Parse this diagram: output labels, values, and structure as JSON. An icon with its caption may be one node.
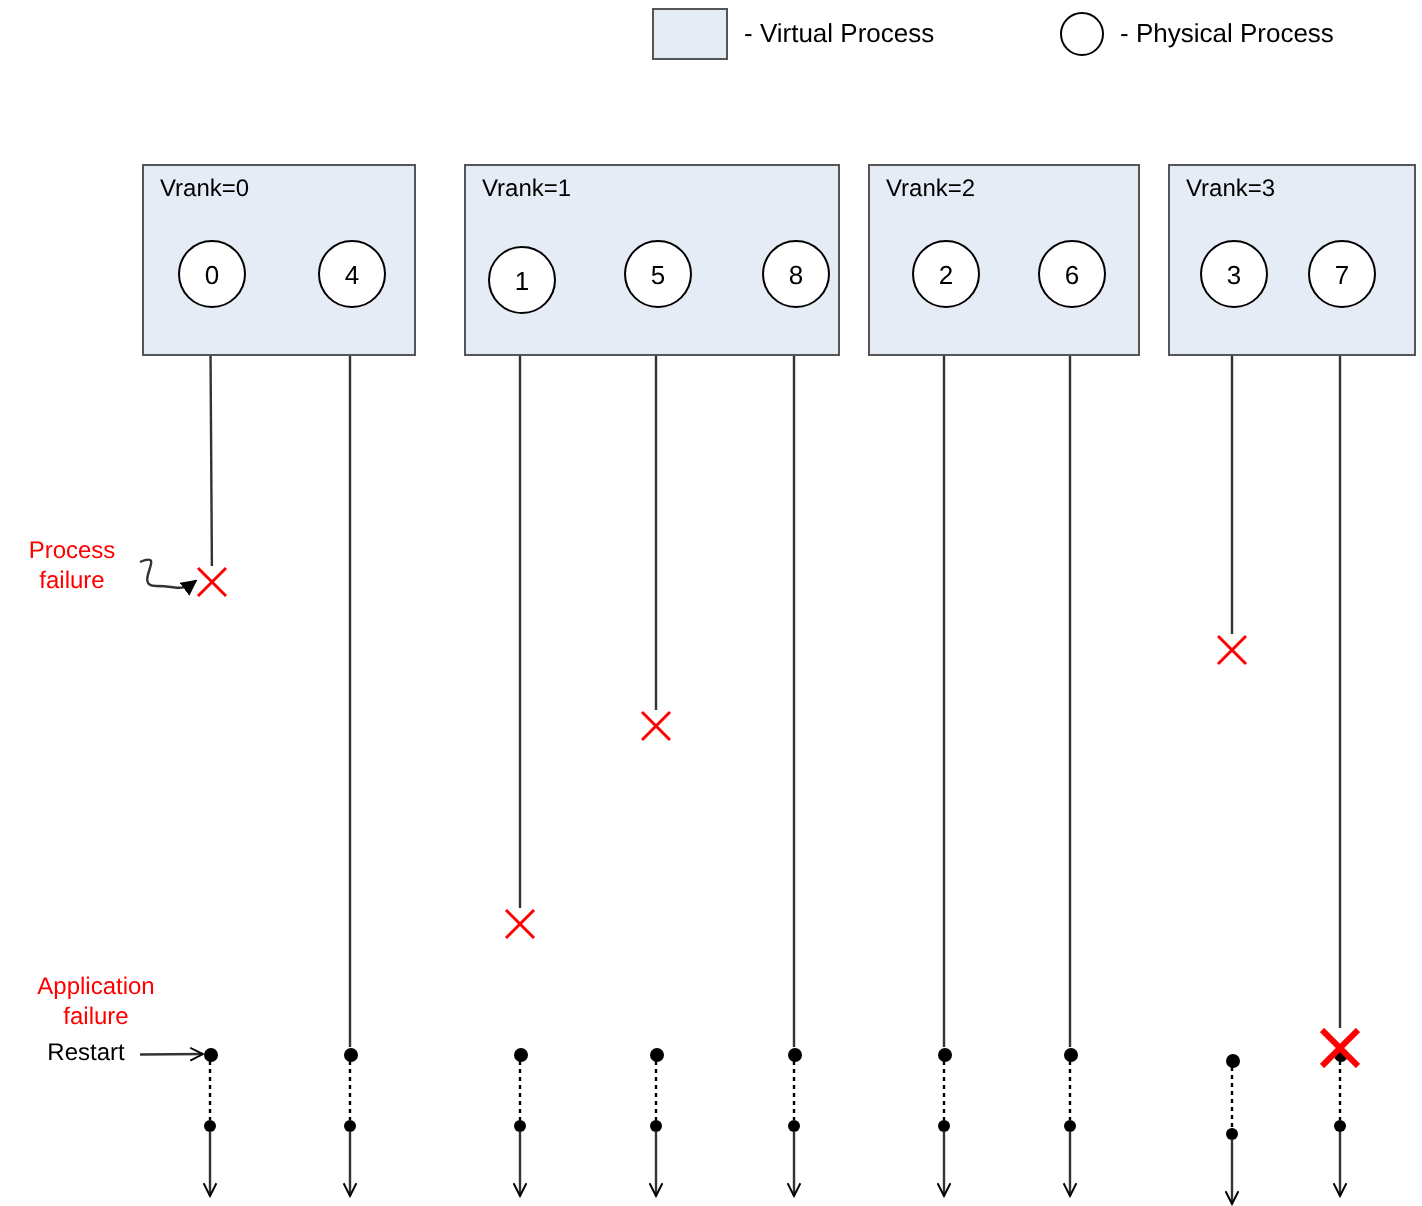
{
  "diagram": {
    "nodes": [
      {
        "text": [
          "Vrank=0"
        ]
      },
      {
        "text": [
          "0"
        ],
        "in": 0
      },
      {
        "text": [
          "4"
        ],
        "in": 0
      },
      {
        "text": [
          "Vrank=1"
        ]
      },
      {
        "text": [
          "1"
        ],
        "in": 3
      },
      {
        "text": [
          "5"
        ],
        "in": 3
      },
      {
        "text": [
          "8"
        ],
        "in": 3
      },
      {
        "text": [
          "Vrank=2"
        ]
      },
      {
        "text": [
          "2"
        ],
        "in": 7
      },
      {
        "text": [
          "6"
        ],
        "in": 7
      },
      {
        "text": [
          "Vrank=3"
        ]
      },
      {
        "text": [
          "3"
        ],
        "in": 10
      },
      {
        "text": [
          "7"
        ],
        "in": 10
      },
      {
        "text": [
          "Process failure"
        ]
      },
      {
        "text": [],
        "shape": "cross"
      },
      {
        "text": [],
        "shape": "cross"
      },
      {
        "text": [],
        "shape": "cross"
      },
      {
        "text": [],
        "shape": "cross"
      },
      {
        "text": [
          "Restart"
        ]
      },
      {
        "text": [],
        "shape": "dot"
      },
      {
        "text": [],
        "shape": "dot"
      },
      {
        "text": [],
        "shape": "dot"
      },
      {
        "text": [],
        "shape": "dot"
      },
      {
        "text": [],
        "shape": "dot"
      },
      {
        "text": [],
        "shape": "dot"
      },
      {
        "text": [],
        "shape": "dot"
      },
      {
        "text": [],
        "shape": "dot"
      },
      {
        "text": [],
        "shape": "dot",
        "in": 28
      },
      {
        "text": [],
        "shape": "cross"
      },
      {
        "text": [],
        "shape": "dot"
      },
      {
        "text": [],
        "shape": "dot"
      },
      {
        "text": [],
        "shape": "dot"
      },
      {
        "text": [],
        "shape": "dot"
      },
      {
        "text": [],
        "shape": "dot"
      },
      {
        "text": [],
        "shape": "dot"
      },
      {
        "text": [],
        "shape": "dot"
      },
      {
        "text": [],
        "shape": "dot"
      },
      {
        "text": [],
        "shape": "dot"
      }
    ],
    "edges": [
      {
        "from": 1,
        "to": 14,
        "arrow": "none"
      },
      {
        "from": 2,
        "to": 20,
        "arrow": "none"
      },
      {
        "from": 4,
        "to": 17,
        "arrow": "none"
      },
      {
        "from": 5,
        "to": 16,
        "arrow": "none"
      },
      {
        "from": 6,
        "to": 23,
        "arrow": "none"
      },
      {
        "from": 8,
        "to": 24,
        "arrow": "none"
      },
      {
        "from": 9,
        "to": 25,
        "arrow": "none"
      },
      {
        "from": 11,
        "to": 15,
        "arrow": "none"
      },
      {
        "from": 12,
        "to": 28,
        "arrow": "none"
      },
      {
        "from": 13,
        "to": 14,
        "arrow": "to"
      },
      {
        "from": 18,
        "to": 19,
        "arrow": "to"
      },
      {
        "from": 19,
        "to": 29,
        "arrow": "none",
        "style": "dashed"
      },
      {
        "from": 20,
        "to": 30,
        "arrow": "none",
        "style": "dashed"
      },
      {
        "from": 21,
        "to": 31,
        "arrow": "none",
        "style": "dashed"
      },
      {
        "from": 22,
        "to": 32,
        "arrow": "none",
        "style": "dashed"
      },
      {
        "from": 23,
        "to": 33,
        "arrow": "none",
        "style": "dashed"
      },
      {
        "from": 24,
        "to": 34,
        "arrow": "none",
        "style": "dashed"
      },
      {
        "from": 25,
        "to": 35,
        "arrow": "none",
        "style": "dashed"
      },
      {
        "from": 26,
        "to": 36,
        "arrow": "none",
        "style": "dashed"
      },
      {
        "from": 27,
        "to": 37,
        "arrow": "none",
        "style": "dashed"
      },
      {
        "from": 29,
        "to": null,
        "arrow": "to"
      },
      {
        "from": 30,
        "to": null,
        "arrow": "to"
      },
      {
        "from": 31,
        "to": null,
        "arrow": "to"
      },
      {
        "from": 32,
        "to": null,
        "arrow": "to"
      },
      {
        "from": 33,
        "to": null,
        "arrow": "to"
      },
      {
        "from": 34,
        "to": null,
        "arrow": "to"
      },
      {
        "from": 35,
        "to": null,
        "arrow": "to"
      },
      {
        "from": 36,
        "to": null,
        "arrow": "to"
      },
      {
        "from": 37,
        "to": null,
        "arrow": "to"
      }
    ],
    "labels": [
      "Application failure"
    ],
    "legend": [
      {
        "text": "- Virtual Process",
        "color": "#e6ecf6"
      },
      {
        "text": "- Physical Process"
      }
    ]
  }
}
